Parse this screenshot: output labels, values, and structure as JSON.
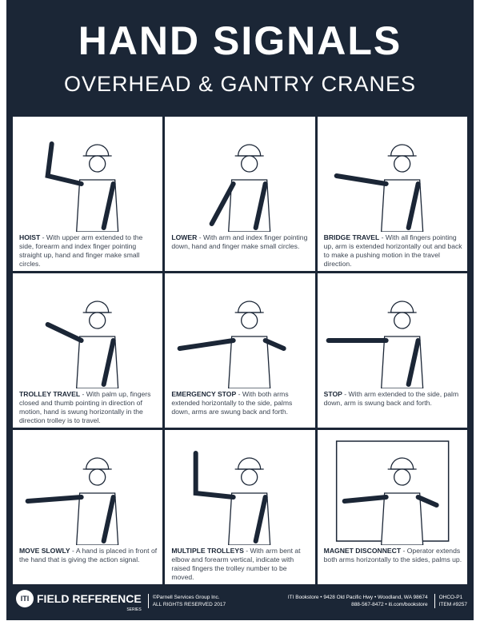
{
  "header": {
    "title": "HAND SIGNALS",
    "subtitle": "OVERHEAD & GANTRY CRANES"
  },
  "signals": [
    {
      "name": "HOIST",
      "text": " - With upper arm extended to the side, forearm and index finger pointing straight up, hand and finger make small circles."
    },
    {
      "name": "LOWER",
      "text": " - With arm and index finger pointing down, hand and finger make small circles."
    },
    {
      "name": "BRIDGE TRAVEL",
      "text": " - With all fingers pointing up, arm is extended horizontally out and back to make a pushing motion in the travel direction."
    },
    {
      "name": "TROLLEY TRAVEL",
      "text": " - With palm up, fingers closed and thumb pointing in direction of motion, hand is swung horizontally in the direction trolley is to travel."
    },
    {
      "name": "EMERGENCY STOP",
      "text": " - With both arms extended horizontally to the side, palms down, arms are swung back and forth."
    },
    {
      "name": "STOP",
      "text": " - With arm extended to the side, palm down, arm is swung back and forth."
    },
    {
      "name": "MOVE SLOWLY",
      "text": " - A hand is placed in front of the hand that is giving the action signal."
    },
    {
      "name": "MULTIPLE TROLLEYS",
      "text": " - With arm bent at elbow and forearm vertical, indicate with raised fingers the trolley number to be moved."
    },
    {
      "name": "MAGNET DISCONNECT",
      "text": " - Operator extends both arms horizontally to the sides, palms up."
    }
  ],
  "footer": {
    "logo_mark": "ITI",
    "brand": "FIELD REFERENCE",
    "series": "SERIES",
    "copyright": "©Parnell Services Group Inc.",
    "rights": "ALL RIGHTS RESERVED 2017",
    "address": "ITI Bookstore • 9428 Old Pacific Hwy • Woodland, WA 98674",
    "contact": "888-567-8472 • iti.com/bookstore",
    "code": "OHCO-P1",
    "item": "ITEM #9257"
  },
  "colors": {
    "navy": "#1b2636"
  }
}
